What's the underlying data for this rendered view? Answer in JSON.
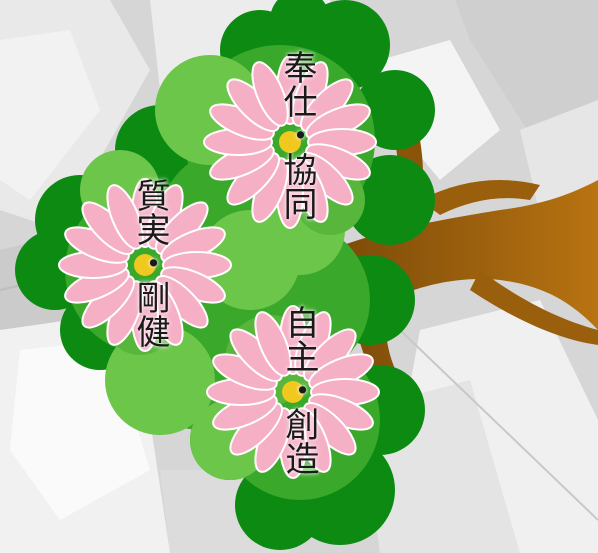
{
  "mottos": [
    {
      "text": "奉仕・協同"
    },
    {
      "text": "質実・剛健"
    },
    {
      "text": "自主・創造"
    }
  ],
  "colors": {
    "petal": "#f5b0c6",
    "flower_center": "#f0c81e",
    "foliage_dark": "#0c8a12",
    "foliage_mid": "#3aa82a",
    "foliage_light": "#6cc64a",
    "trunk": "#a8650e",
    "background": "#d9d9d9"
  }
}
